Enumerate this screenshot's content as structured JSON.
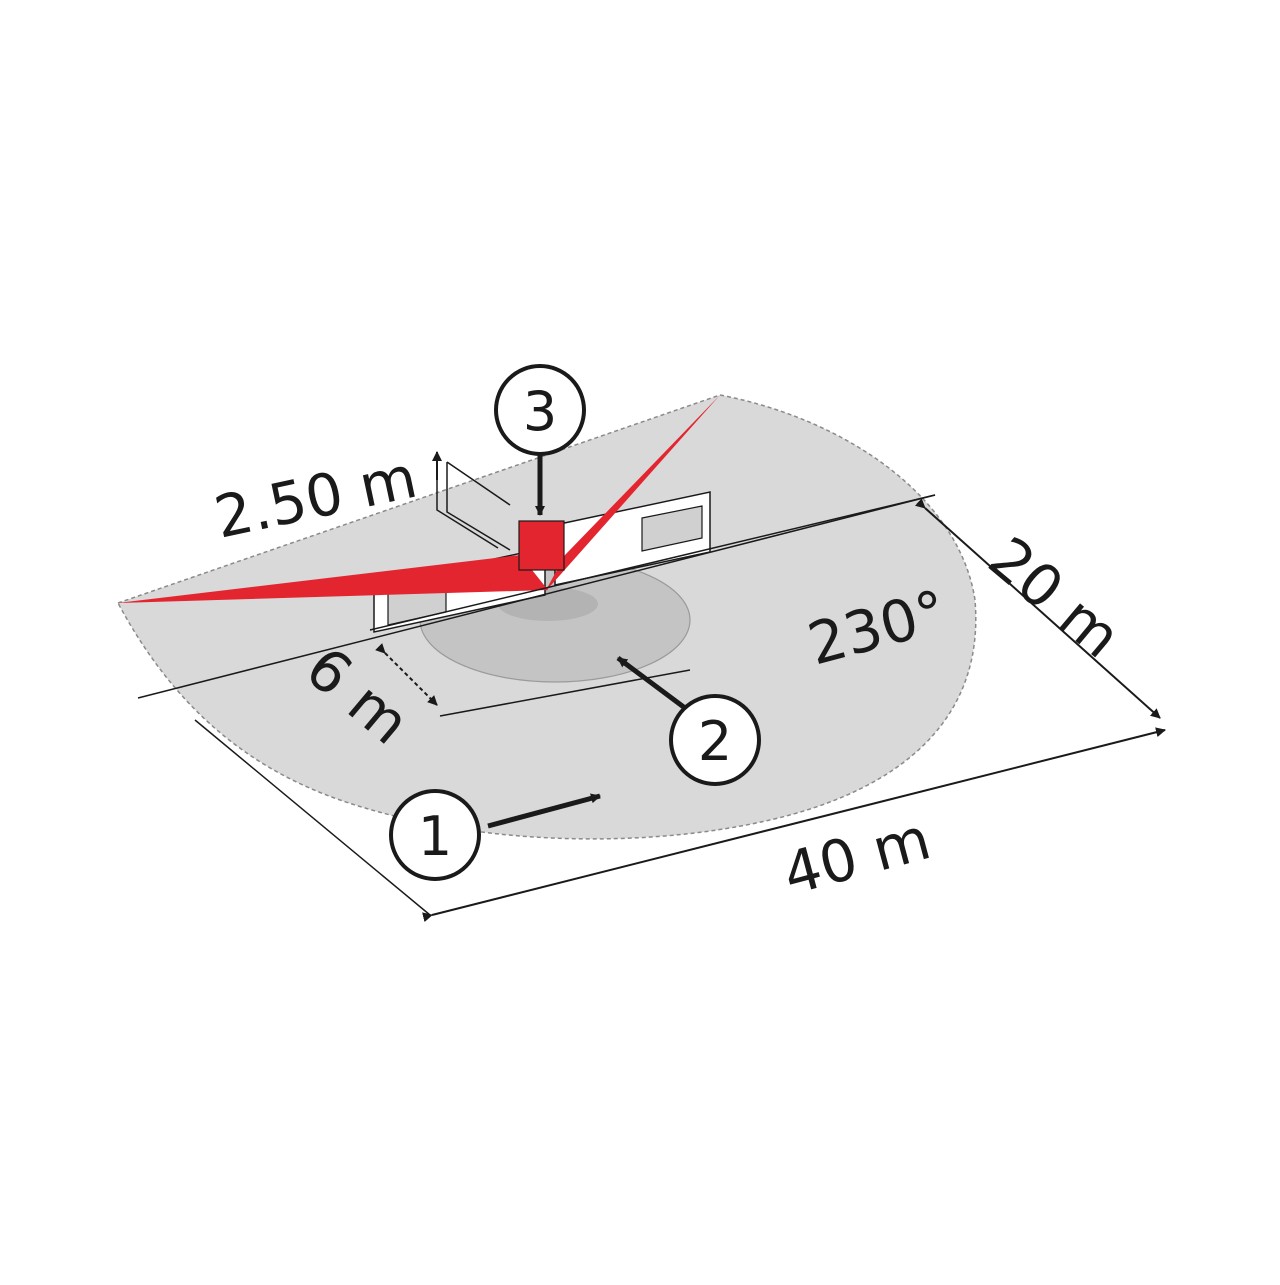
{
  "diagram": {
    "height_label": "2.50 m",
    "width_label": "20 m",
    "length_label": "40 m",
    "near_range_label": "6 m",
    "angle_label": "230°",
    "callouts": [
      "1",
      "2",
      "3"
    ]
  },
  "colors": {
    "detection_zone": "#d9d9d9",
    "near_zone": "#c4c4c4",
    "center_zone": "#b3b3b3",
    "sensor_beam": "#e32530",
    "sensor_body": "#e32530",
    "wall_panel": "#ffffff",
    "window": "#d0d0d0",
    "line": "#1a1a1a"
  },
  "icons": [
    "callout-circle",
    "arrow"
  ]
}
